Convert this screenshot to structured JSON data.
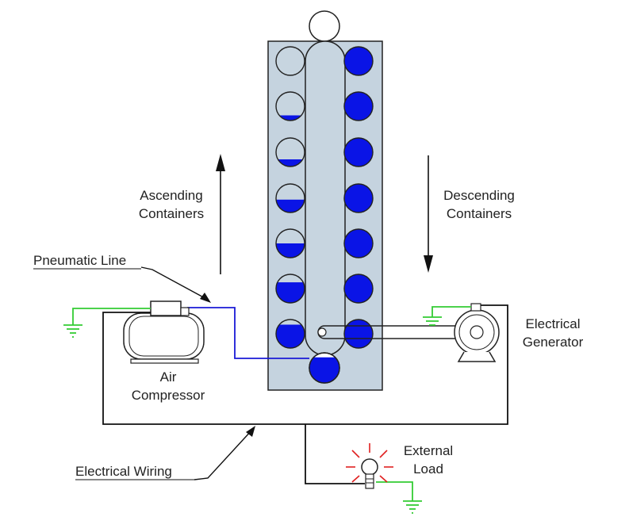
{
  "labels": {
    "ascending_line1": "Ascending",
    "ascending_line2": "Containers",
    "descending_line1": "Descending",
    "descending_line2": "Containers",
    "pneumatic_line": "Pneumatic Line",
    "air_compressor_line1": "Air",
    "air_compressor_line2": "Compressor",
    "electrical_generator_line1": "Electrical",
    "electrical_generator_line2": "Generator",
    "electrical_wiring": "Electrical Wiring",
    "external_load_line1": "External",
    "external_load_line2": "Load"
  },
  "colors": {
    "tank_fill": "#c5d3df",
    "water_blue": "#0a14e6",
    "pneumatic_blue": "#1a1ad6",
    "ground_green": "#33cc33",
    "bulb_red": "#e02020",
    "line_black": "#111111",
    "container_fill": "#c7d5e0"
  },
  "ascending_containers_fill_fraction": [
    0,
    0.18,
    0.25,
    0.45,
    0.5,
    0.72,
    0.82
  ],
  "descending_containers_fill_fraction": [
    1,
    1,
    1,
    1,
    1,
    1,
    1
  ],
  "bottom_container_fill_fraction": 0.85,
  "icons": [
    "up-arrow",
    "down-arrow",
    "light-bulb-icon",
    "ground-symbol-icon"
  ]
}
